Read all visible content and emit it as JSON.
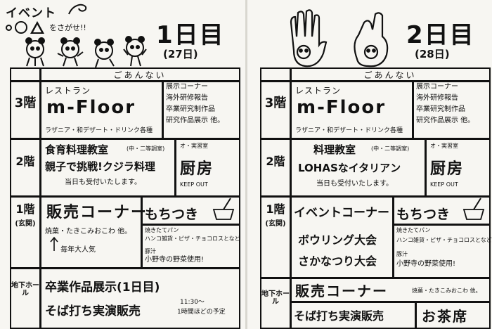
{
  "header": {
    "event_title": "イベント",
    "find_text": "をさがせ!!",
    "day1_title": "1日目",
    "day1_date": "(27日)",
    "day2_title": "2日目",
    "day2_date": "(28日)"
  },
  "icons": {
    "shapes": [
      "circle",
      "triangle"
    ],
    "doodles": [
      "panda-icon",
      "hand-bear-icon",
      "bowl-icon"
    ]
  },
  "day1": {
    "annai": "ごあんない",
    "floor3": {
      "label": "3階",
      "restaurant_label": "レストラン",
      "restaurant_name": "m-Floor",
      "menu": "ラザニア・和デザート・ドリンク各種",
      "corner_title": "展示コーナー",
      "corner_lines": [
        "海外研修報告",
        "卒業研究制作品",
        "研究作品展示  他。"
      ]
    },
    "floor2": {
      "label": "2階",
      "class_title": "食育料理教室",
      "class_note": "(中・二等調室)",
      "class_desc": "親子で挑戦!クジラ料理",
      "class_accept": "当日も受付いたします。",
      "kitchen_note": "オ・実習室",
      "kitchen_title": "厨房",
      "kitchen_keep": "KEEP OUT"
    },
    "floor1": {
      "label": "1階",
      "sub": "(玄関)",
      "sales_title": "販売コーナー",
      "sales_items": "焼菓・たきこみおこわ 他。",
      "sales_note": "毎年大人気",
      "mochi_title": "もちつき",
      "mochi_items": [
        "焼きたてパン",
        "ハンコ雑貨・ピザ・チョコロスとなど",
        "豚汁",
        "小野寺の野菜使用!"
      ]
    },
    "basement": {
      "label": "地下ホール",
      "exhibit": "卒業作品展示(1日目)",
      "soba": "そば打ち実演販売",
      "soba_time": "11:30～",
      "soba_note": "1時間ほどの予定"
    }
  },
  "day2": {
    "annai": "ごあんない",
    "floor3": {
      "label": "3階",
      "restaurant_label": "レストラン",
      "restaurant_name": "m-Floor",
      "menu": "ラザニア・和デザート・ドリンク各種",
      "corner_title": "展示コーナー",
      "corner_lines": [
        "海外研修報告",
        "卒業研究制作品",
        "研究作品展示  他。"
      ]
    },
    "floor2": {
      "label": "2階",
      "class_title": "料理教室",
      "class_note": "(中・二等調室)",
      "class_desc": "LOHASなイタリアン",
      "class_accept": "当日も受付いたします。",
      "kitchen_note": "オ・実習室",
      "kitchen_title": "厨房",
      "kitchen_keep": "KEEP OUT"
    },
    "floor1": {
      "label": "1階",
      "sub": "(玄関)",
      "event_title": "イベントコーナー",
      "event_line1": "ボウリング大会",
      "event_line2": "さかなつり大会",
      "mochi_title": "もちつき",
      "mochi_items": [
        "焼きたてパン",
        "ハンコ雑貨・ピザ・チョコロスとなど",
        "豚汁",
        "小野寺の野菜使用!"
      ]
    },
    "basement": {
      "label": "地下ホール",
      "sales_title": "販売コーナー",
      "sales_items": "焼菓・たきこみおこわ 他。",
      "soba": "そば打ち実演販売",
      "tea": "お茶席"
    }
  }
}
